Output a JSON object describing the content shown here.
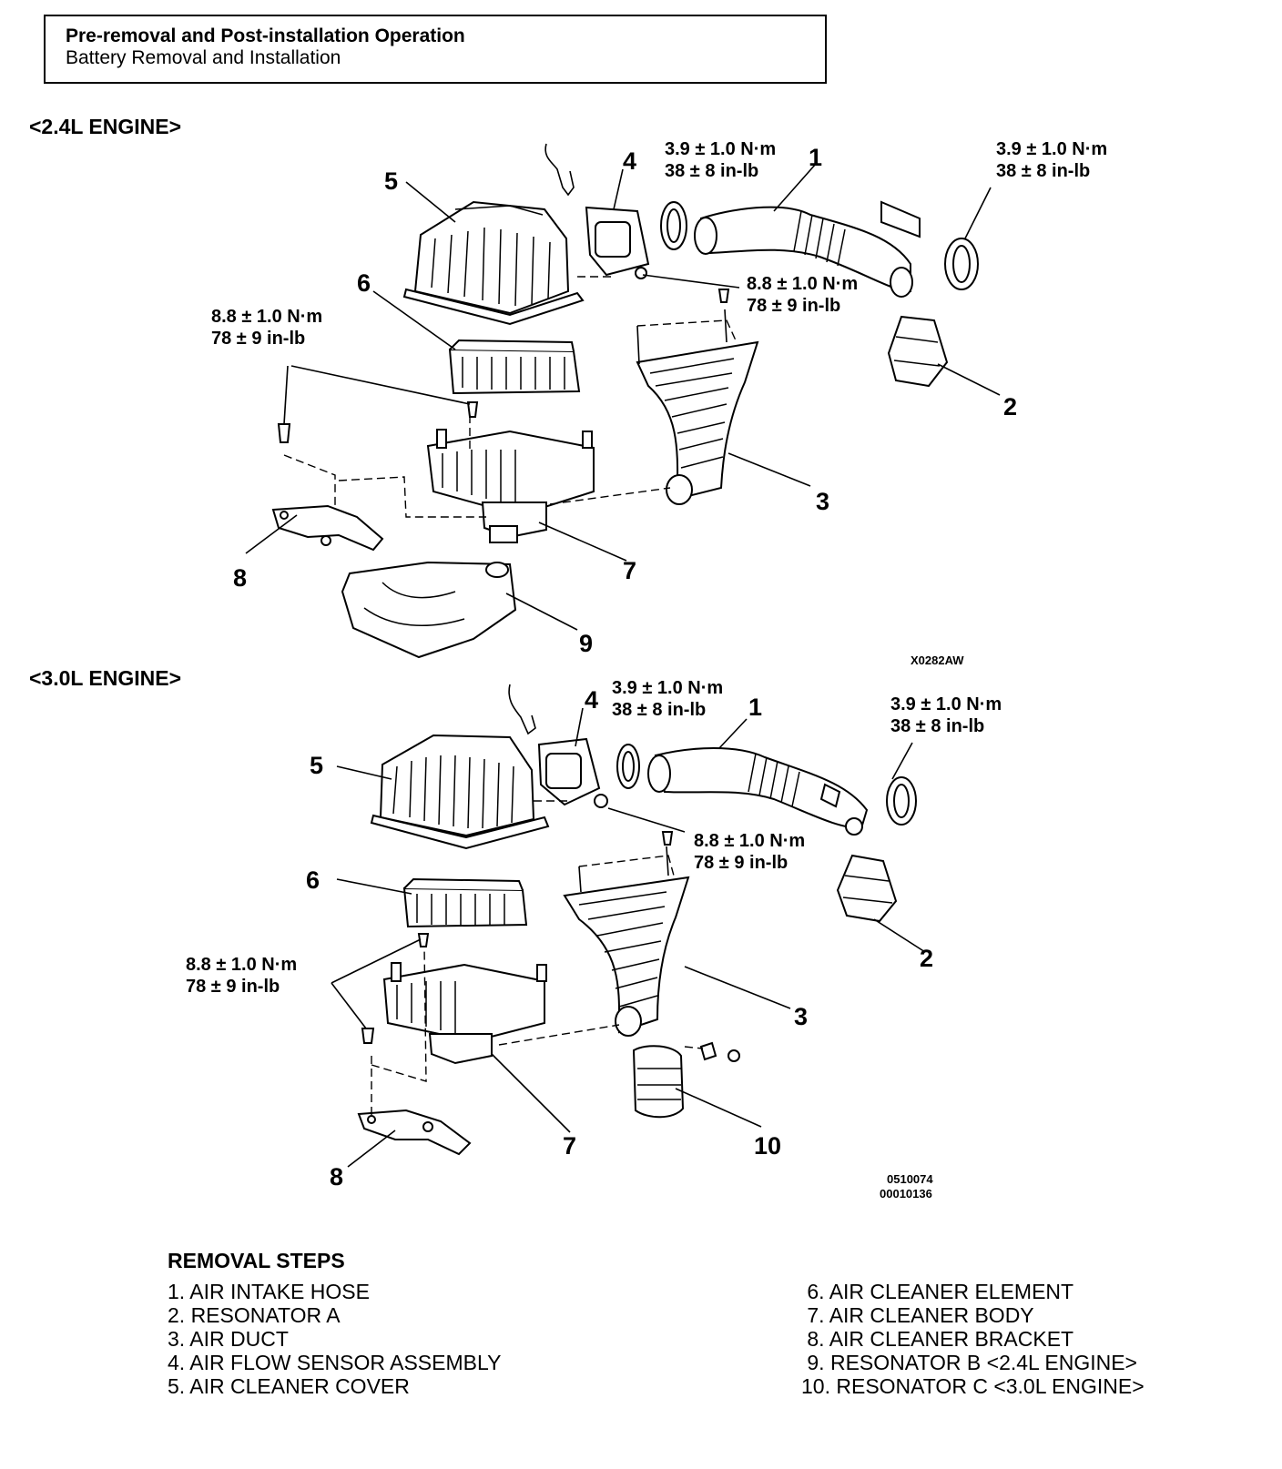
{
  "header": {
    "title": "Pre-removal and Post-installation Operation",
    "subtitle": "Battery Removal and Installation"
  },
  "sections": {
    "engine_24": "<2.4L ENGINE>",
    "engine_30": "<3.0L ENGINE>"
  },
  "torque": {
    "clamp_nm": "3.9 ± 1.0 N·m",
    "clamp_inlb": "38 ± 8 in-lb",
    "bolt_nm": "8.8 ± 1.0 N·m",
    "bolt_inlb": "78 ± 9 in-lb"
  },
  "callouts": {
    "c1": "1",
    "c2": "2",
    "c3": "3",
    "c4": "4",
    "c5": "5",
    "c6": "6",
    "c7": "7",
    "c8": "8",
    "c9": "9",
    "c10": "10"
  },
  "figure_codes": {
    "top": "X0282AW",
    "bottom_1": "0510074",
    "bottom_2": "00010136"
  },
  "removal_steps": {
    "title": "REMOVAL STEPS",
    "left": [
      "1. AIR INTAKE HOSE",
      "2. RESONATOR A",
      "3. AIR DUCT",
      "4. AIR FLOW SENSOR ASSEMBLY",
      "5. AIR CLEANER COVER"
    ],
    "right": [
      " 6. AIR CLEANER ELEMENT",
      " 7. AIR CLEANER BODY",
      " 8. AIR CLEANER BRACKET",
      " 9. RESONATOR B <2.4L ENGINE>",
      "10. RESONATOR C <3.0L ENGINE>"
    ]
  }
}
